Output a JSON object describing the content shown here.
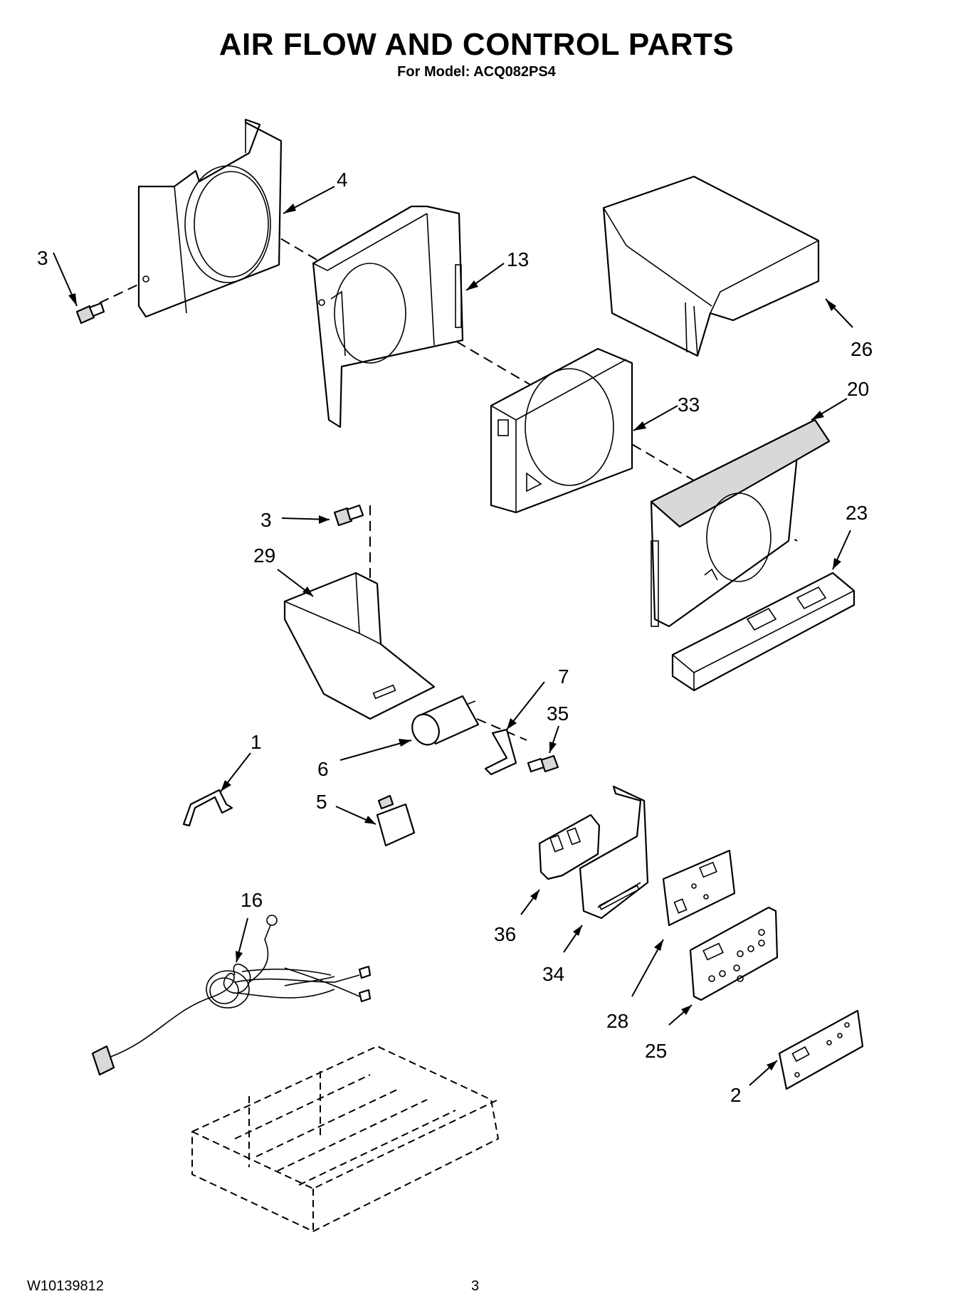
{
  "header": {
    "title": "AIR FLOW AND CONTROL PARTS",
    "subtitle": "For Model: ACQ082PS4"
  },
  "footer": {
    "doc_number": "W10139812",
    "page_number": "3"
  },
  "callouts": [
    {
      "id": "c4",
      "label": "4"
    },
    {
      "id": "c3a",
      "label": "3"
    },
    {
      "id": "c13",
      "label": "13"
    },
    {
      "id": "c26",
      "label": "26"
    },
    {
      "id": "c20",
      "label": "20"
    },
    {
      "id": "c33",
      "label": "33"
    },
    {
      "id": "c3b",
      "label": "3"
    },
    {
      "id": "c29",
      "label": "29"
    },
    {
      "id": "c23",
      "label": "23"
    },
    {
      "id": "c7",
      "label": "7"
    },
    {
      "id": "c35",
      "label": "35"
    },
    {
      "id": "c1",
      "label": "1"
    },
    {
      "id": "c6",
      "label": "6"
    },
    {
      "id": "c5",
      "label": "5"
    },
    {
      "id": "c16",
      "label": "16"
    },
    {
      "id": "c36",
      "label": "36"
    },
    {
      "id": "c34",
      "label": "34"
    },
    {
      "id": "c28",
      "label": "28"
    },
    {
      "id": "c25",
      "label": "25"
    },
    {
      "id": "c2",
      "label": "2"
    }
  ]
}
